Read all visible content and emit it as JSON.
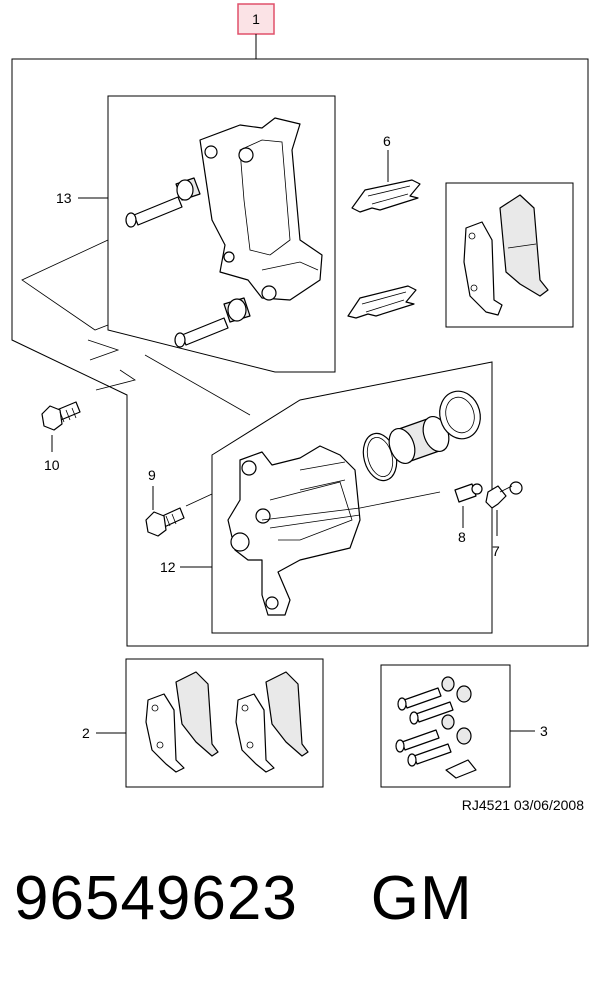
{
  "callouts": {
    "c1": "1",
    "c2": "2",
    "c3": "3",
    "c6": "6",
    "c7": "7",
    "c8": "8",
    "c9": "9",
    "c10": "10",
    "c12": "12",
    "c13": "13"
  },
  "drawing_code": "RJ4521  03/06/2008",
  "part_number": "96549623    GM",
  "colors": {
    "highlight_border": "#e0506a",
    "highlight_fill": "#fbe3e6"
  }
}
